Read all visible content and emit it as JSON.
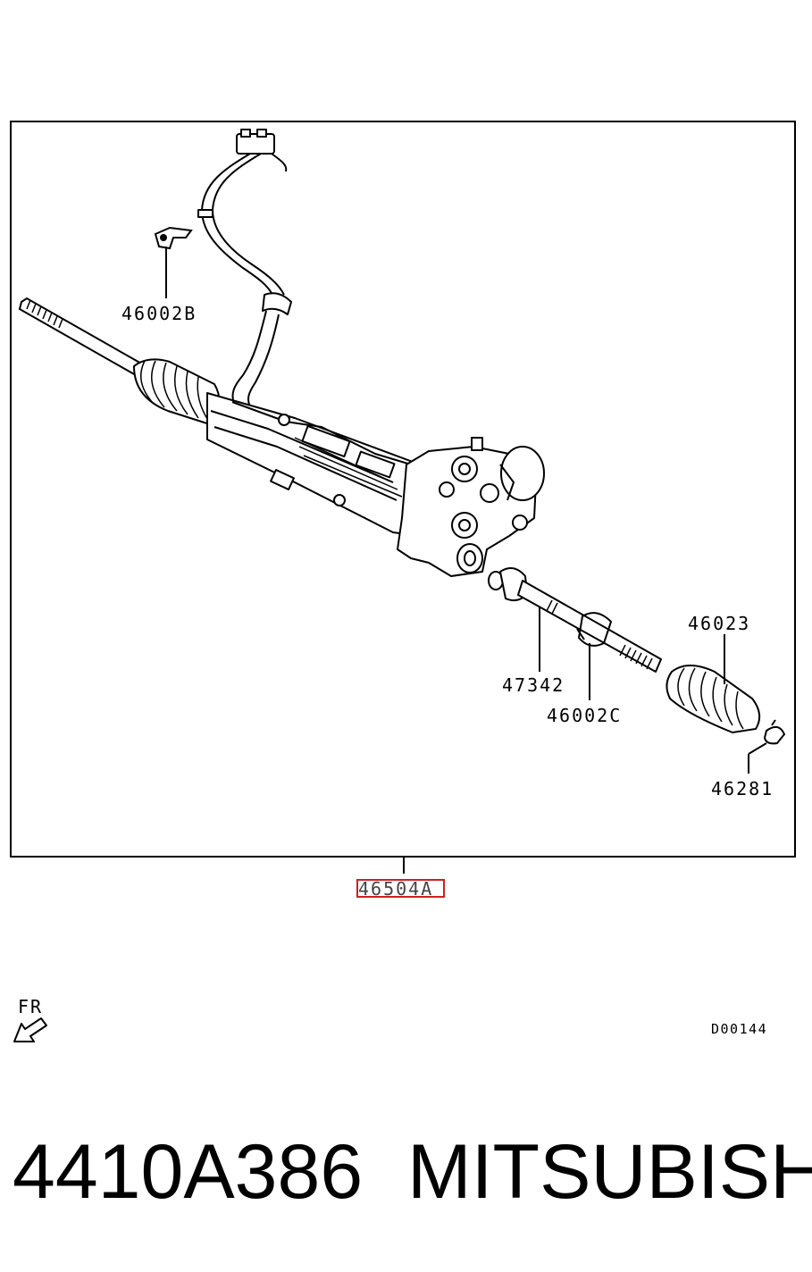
{
  "labels": {
    "wire_clip": "46002B",
    "rack_assembly": "46504A",
    "tie_rod_end": "47342",
    "clamp_inner": "46002C",
    "boot": "46023",
    "clamp_outer": "46281"
  },
  "direction": {
    "text": "FR",
    "icon": "arrow-down-left-icon"
  },
  "diagram_code": "D00144",
  "footer": {
    "part_number": "4410A386",
    "brand": "MITSUBISHI"
  },
  "colors": {
    "highlight": "#d02020",
    "ink": "#000000"
  }
}
